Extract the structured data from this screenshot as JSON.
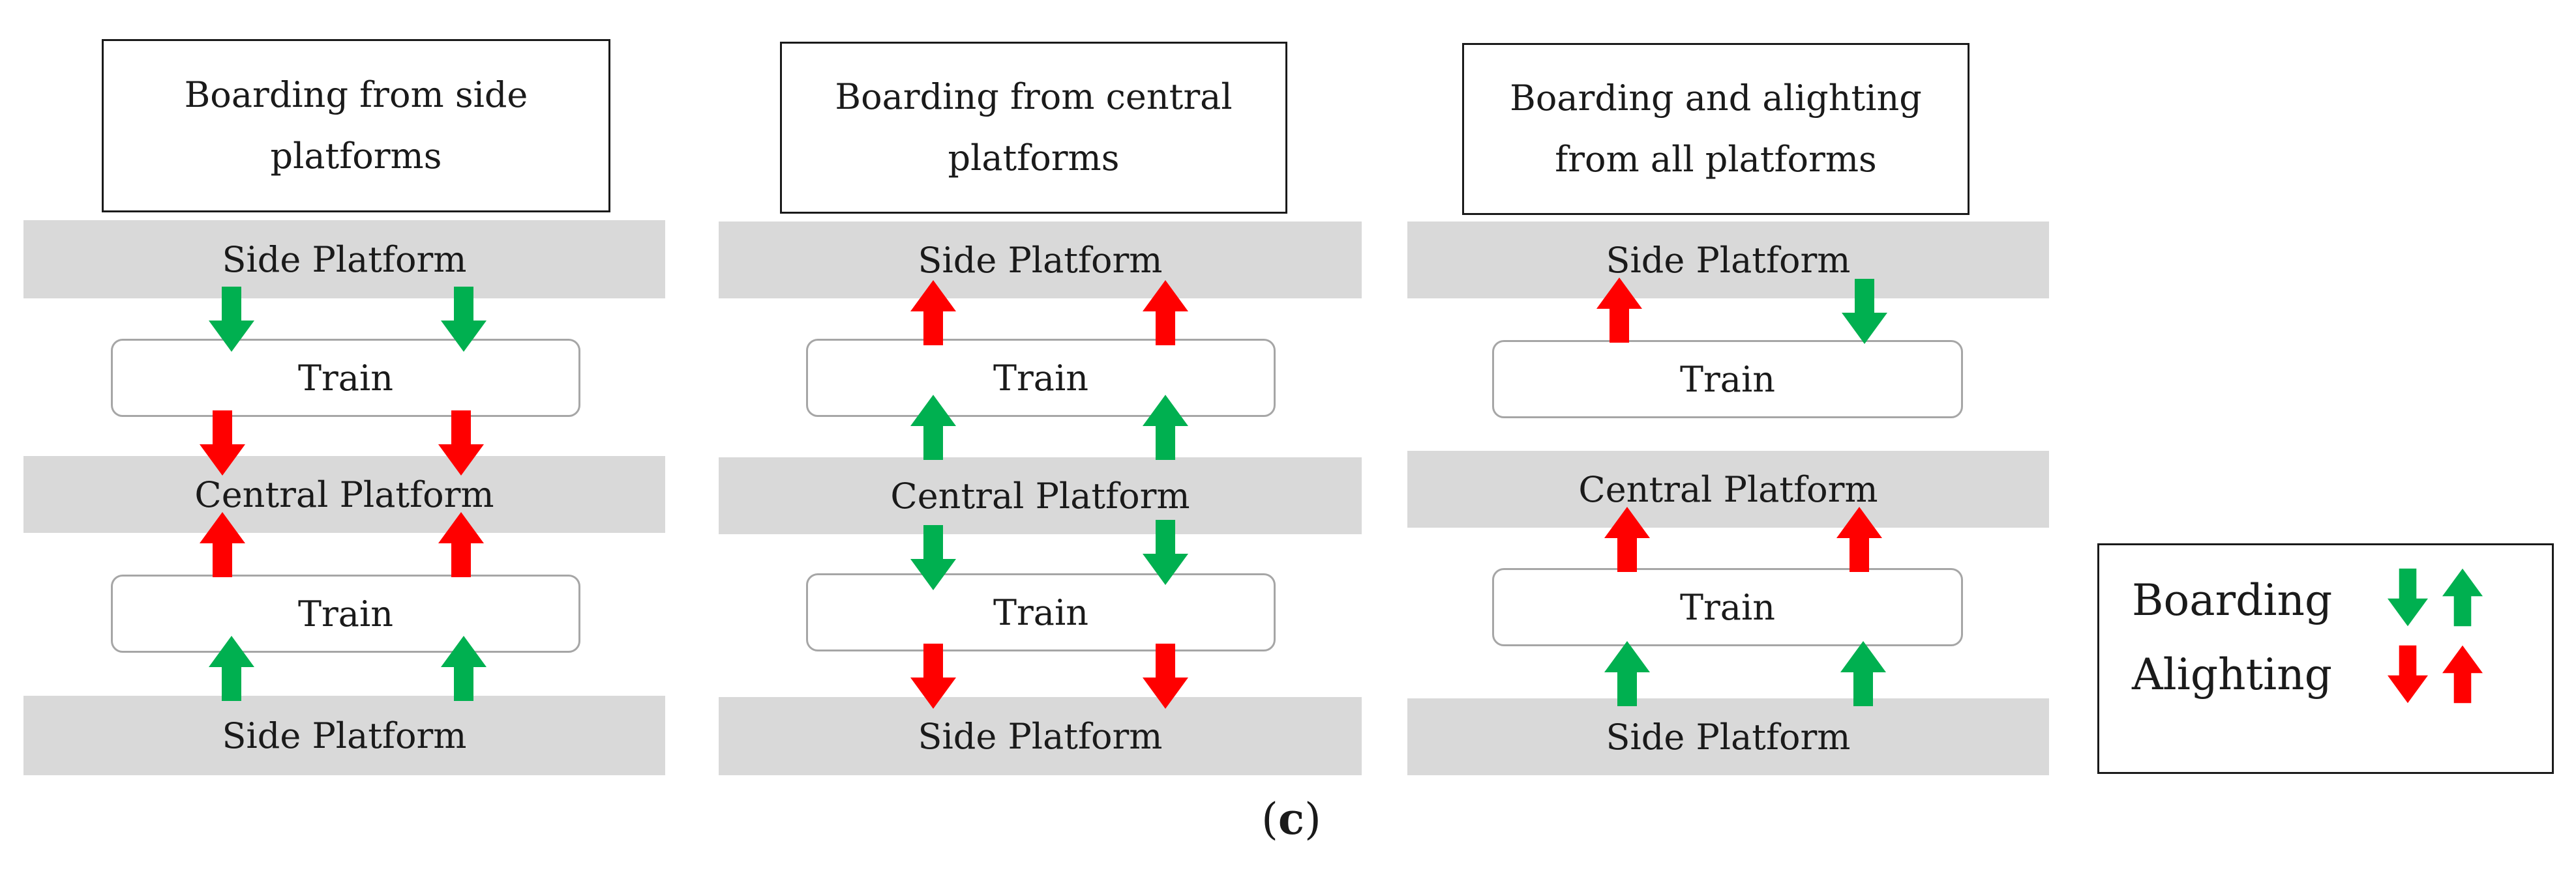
{
  "colors": {
    "boarding": "#00b050",
    "alighting": "#ff0000",
    "platform": "#d9d9d9",
    "train_border": "#a6a6a6"
  },
  "panels": [
    {
      "title_line1": "Boarding from side",
      "title_line2": "platforms",
      "top_platform": "Side Platform",
      "train_top": "Train",
      "central_platform": "Central Platform",
      "train_bottom": "Train",
      "bottom_platform": "Side Platform"
    },
    {
      "title_line1": "Boarding from central",
      "title_line2": "platforms",
      "top_platform": "Side Platform",
      "train_top": "Train",
      "central_platform": "Central Platform",
      "train_bottom": "Train",
      "bottom_platform": "Side Platform"
    },
    {
      "title_line1": "Boarding and alighting",
      "title_line2": "from all platforms",
      "top_platform": "Side Platform",
      "train_top": "Train",
      "central_platform": "Central Platform",
      "train_bottom": "Train",
      "bottom_platform": "Side Platform"
    }
  ],
  "legend": {
    "boarding": "Boarding",
    "alighting": "Alighting"
  },
  "caption": {
    "open": "(",
    "letter": "c",
    "close": ")"
  },
  "icons": {
    "down": "arrow-down-icon",
    "up": "arrow-up-icon"
  }
}
